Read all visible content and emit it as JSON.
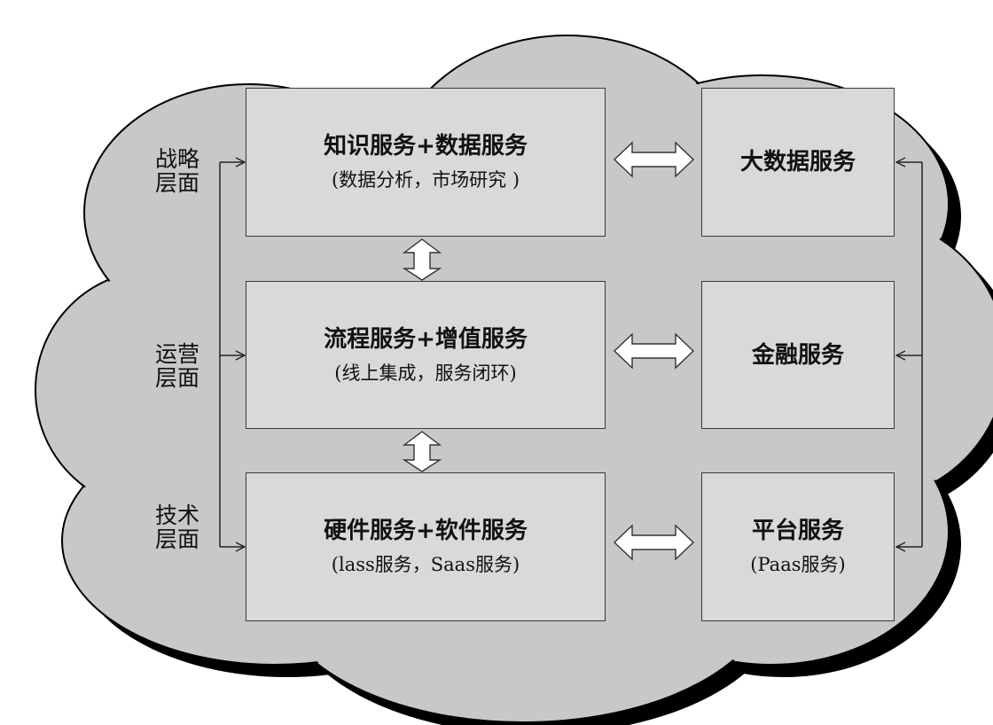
{
  "levels": {
    "strategic": [
      "战略",
      "层面"
    ],
    "operational": [
      "运营",
      "层面"
    ],
    "technical": [
      "技术",
      "层面"
    ]
  },
  "boxes": {
    "knowledge": {
      "title": "知识服务+数据服务",
      "subtitle": "(数据分析，市场研究 )"
    },
    "process": {
      "title": "流程服务+增值服务",
      "subtitle": "(线上集成，服务闭环)"
    },
    "hardware": {
      "title": "硬件服务+软件服务",
      "subtitle": "(lass服务，Saas服务)"
    },
    "bigdata": {
      "title": "大数据服务"
    },
    "finance": {
      "title": "金融服务"
    },
    "platform": {
      "title": "平台服务",
      "subtitle": "(Paas服务)"
    }
  },
  "colors": {
    "cloud": "#c8c8c8",
    "shadow": "#000000",
    "box": "#d9d9d9",
    "line": "#3a3a3a"
  }
}
